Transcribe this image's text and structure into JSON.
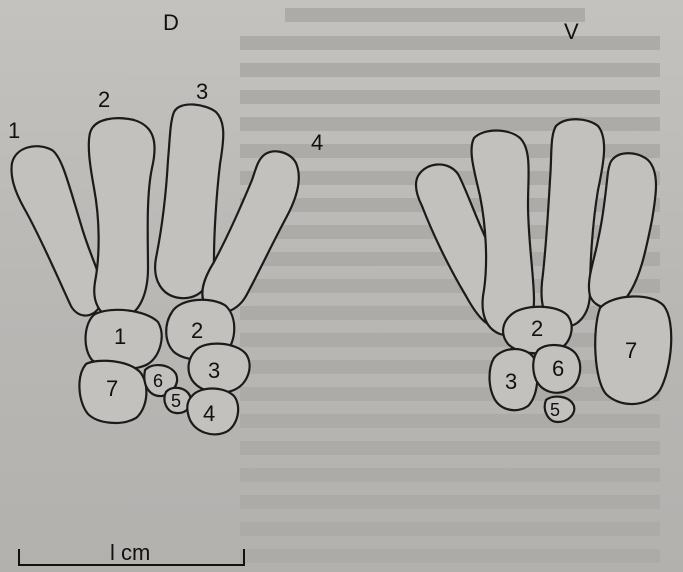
{
  "figure": {
    "dorsal_label": "D",
    "ventral_label": "V",
    "dorsal": {
      "metacarpals": [
        "1",
        "2",
        "3",
        "4"
      ],
      "carpals": [
        "1",
        "2",
        "3",
        "4",
        "5",
        "6",
        "7"
      ]
    },
    "ventral": {
      "carpals": [
        "2",
        "3",
        "5",
        "6",
        "7"
      ]
    },
    "scale_label": "l cm"
  }
}
